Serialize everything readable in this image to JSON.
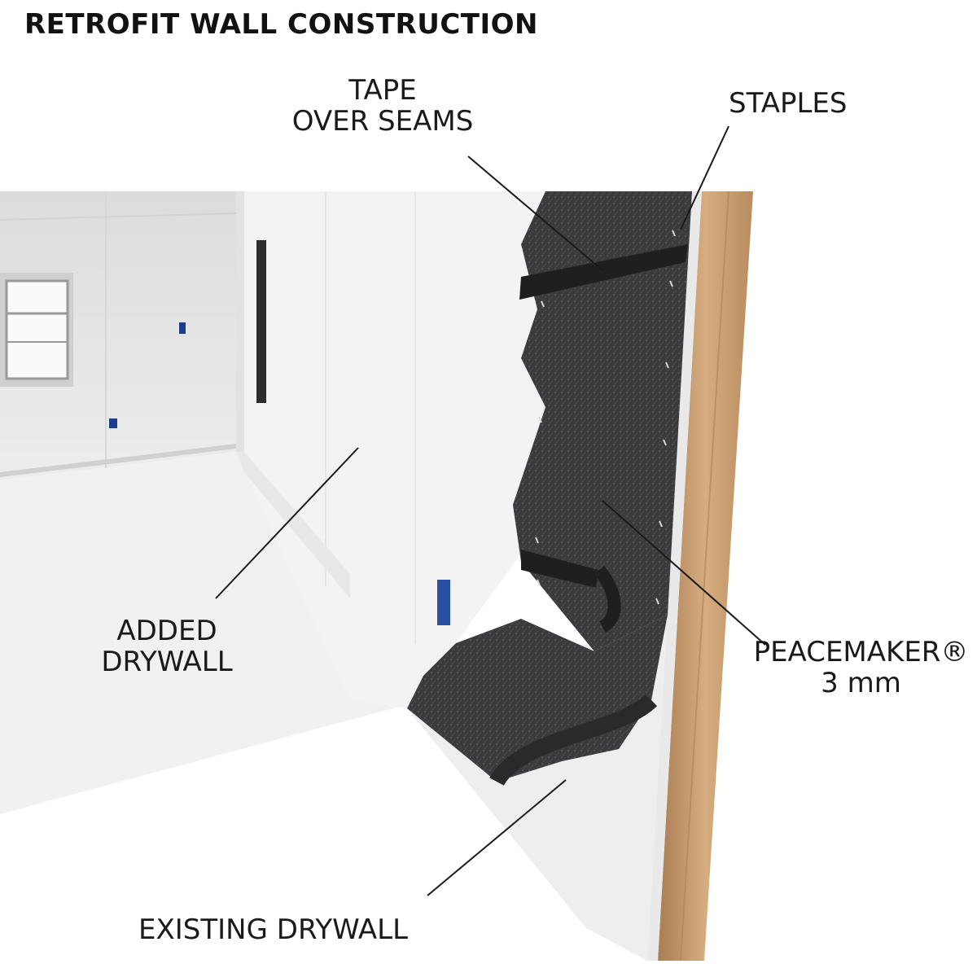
{
  "title": "RETROFIT WALL CONSTRUCTION",
  "labels": {
    "tape": [
      "TAPE",
      "OVER SEAMS"
    ],
    "staples": "STAPLES",
    "added_drywall": [
      "ADDED",
      "DRYWALL"
    ],
    "peacemaker": [
      "PEACEMAKER®",
      "3 mm"
    ],
    "existing_drywall": "EXISTING DRYWALL"
  },
  "colors": {
    "membrane": "#3b3b3d",
    "tape": "#232325",
    "drywall": "#efefef",
    "stud": "#c79a6b",
    "room_wall": "#e4e4e4"
  }
}
